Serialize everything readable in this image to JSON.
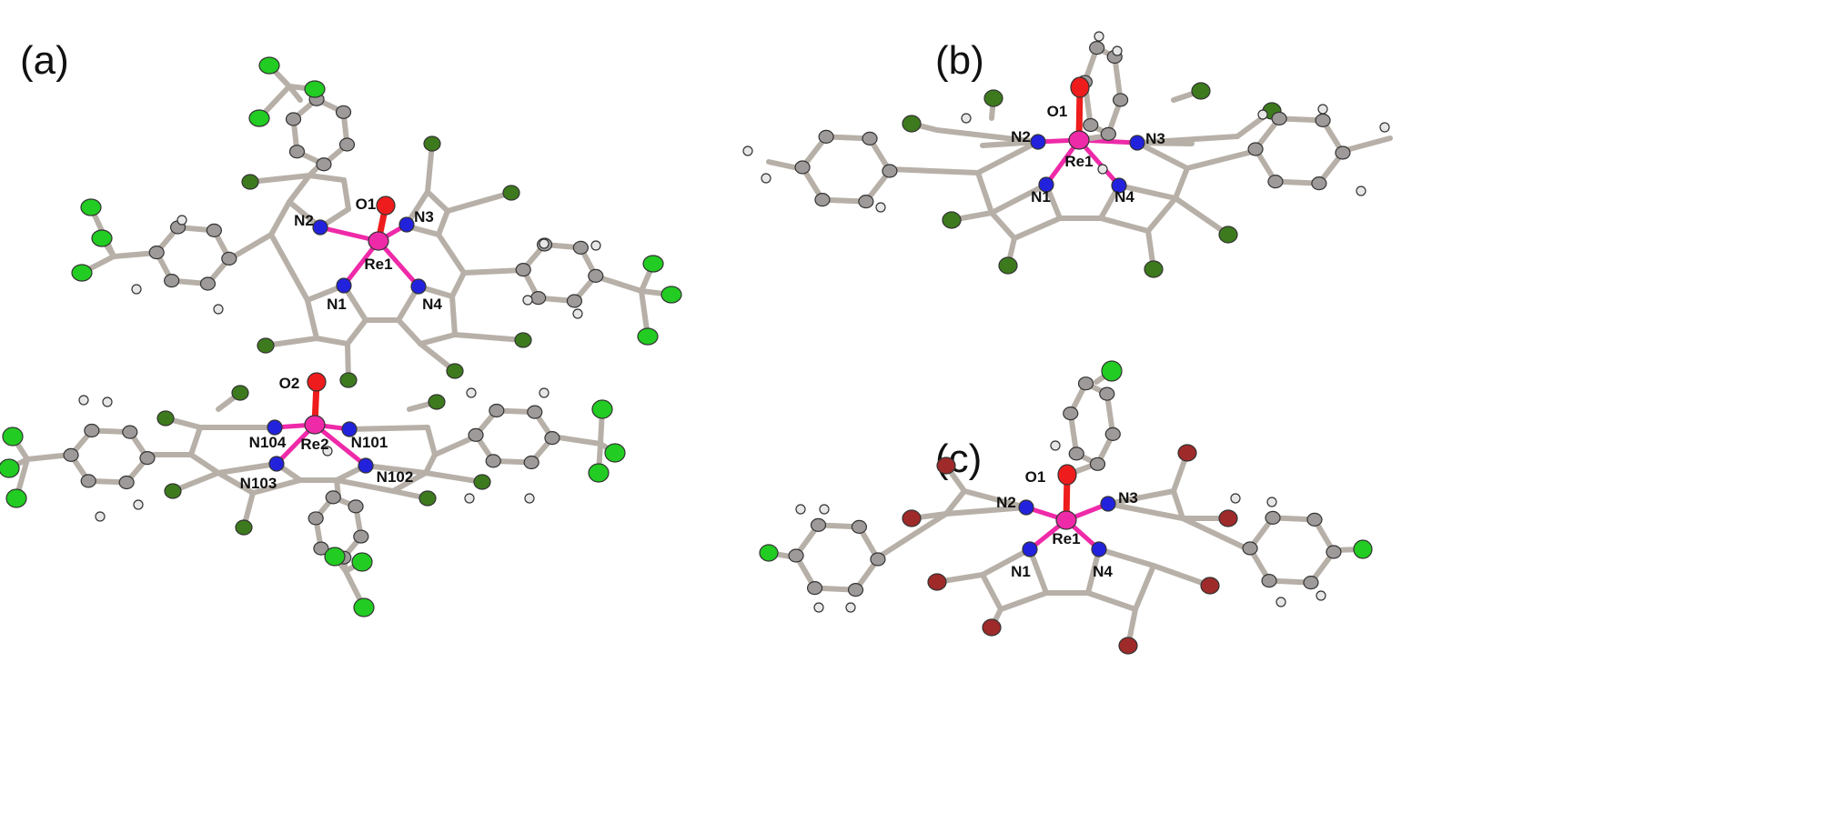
{
  "panels": [
    {
      "id": "a",
      "label": "(a)"
    },
    {
      "id": "b",
      "label": "(b)"
    },
    {
      "id": "c",
      "label": "(c)"
    }
  ],
  "atom_labels": {
    "a": [
      "N2",
      "O1",
      "N3",
      "Re1",
      "N1",
      "N4",
      "O2",
      "N104",
      "N101",
      "Re2",
      "N103",
      "N102"
    ],
    "b": [
      "O1",
      "N2",
      "N3",
      "Re1",
      "N1",
      "N4"
    ],
    "c": [
      "O1",
      "N2",
      "N3",
      "Re1",
      "N1",
      "N4"
    ]
  },
  "colors": {
    "carbon": "#9e9a9a",
    "nitrogen": "#2222dd",
    "oxygen": "#ee1c1c",
    "rhenium": "#ee2aa8",
    "hydrogen": "#e6e6e6",
    "chlorine": "#3d7a1e",
    "fluorine": "#22cc22",
    "bromine": "#9e2a2a",
    "bond": "#b7b0a8"
  }
}
